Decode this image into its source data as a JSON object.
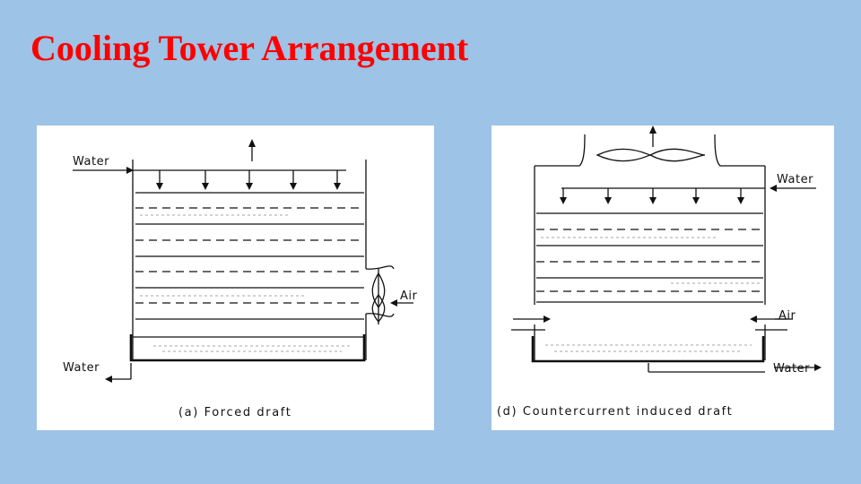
{
  "slide": {
    "title": "Cooling Tower Arrangement"
  },
  "diagram_a": {
    "water_in_label": "Water",
    "air_label": "Air",
    "water_out_label": "Water",
    "caption": "(a) Forced draft"
  },
  "diagram_b": {
    "water_in_label": "Water",
    "air_label": "Air",
    "water_out_label": "Water",
    "caption": "(d) Countercurrent induced draft"
  },
  "colors": {
    "background": "#9dc3e6",
    "title": "#ff0000",
    "panel": "#ffffff",
    "ink": "#111111"
  }
}
